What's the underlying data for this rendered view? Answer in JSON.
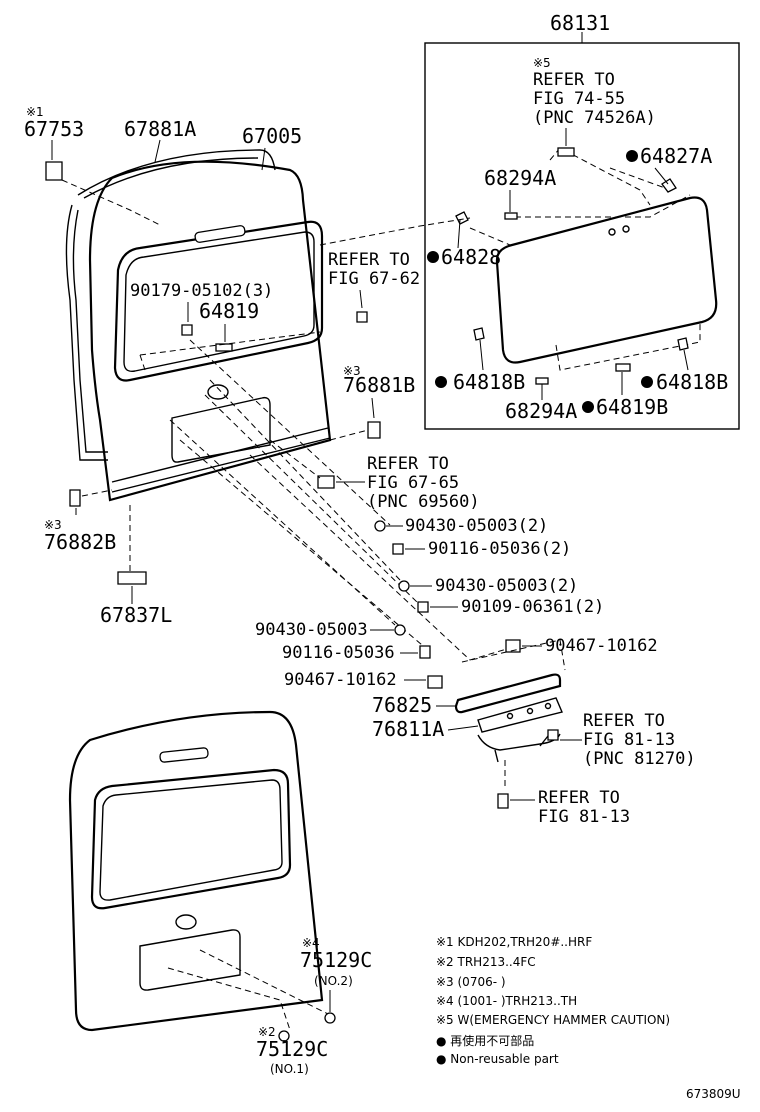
{
  "callouts": {
    "p68131": "68131",
    "p67753_mark": "※1",
    "p67753": "67753",
    "p67881A": "67881A",
    "p67005": "67005",
    "refer_74_55_mark": "※5",
    "refer_74_55_l1": "REFER TO",
    "refer_74_55_l2": "FIG 74-55",
    "refer_74_55_l3": "(PNC 74526A)",
    "p64827A": "64827A",
    "p68294A_top": "68294A",
    "p64828": "64828",
    "refer_67_62_l1": "REFER TO",
    "refer_67_62_l2": "FIG 67-62",
    "p90179": "90179-05102(3)",
    "p64819": "64819",
    "p76881B_mark": "※3",
    "p76881B": "76881B",
    "p64818B_left": "64818B",
    "p64818B_right": "64818B",
    "p68294A_bottom": "68294A",
    "p64819B": "64819B",
    "refer_67_65_l1": "REFER TO",
    "refer_67_65_l2": "FIG 67-65",
    "refer_67_65_l3": "(PNC 69560)",
    "p76882B_mark": "※3",
    "p76882B": "76882B",
    "p90430_a": "90430-05003(2)",
    "p90116_a": "90116-05036(2)",
    "p90430_b": "90430-05003(2)",
    "p90109": "90109-06361(2)",
    "p67837L": "67837L",
    "p90430_c": "90430-05003",
    "p90467_a": "90467-10162",
    "p90116_b": "90116-05036",
    "p90467_b": "90467-10162",
    "p76825": "76825",
    "p76811A": "76811A",
    "refer_81_13a_l1": "REFER TO",
    "refer_81_13a_l2": "FIG 81-13",
    "refer_81_13a_l3": "(PNC 81270)",
    "refer_81_13b_l1": "REFER TO",
    "refer_81_13b_l2": "FIG 81-13",
    "p75129C_top_mark": "※4",
    "p75129C_top": "75129C",
    "p75129C_top_sub": "(NO.2)",
    "p75129C_bot_mark": "※2",
    "p75129C_bot": "75129C",
    "p75129C_bot_sub": "(NO.1)"
  },
  "notes": [
    "※1 KDH202,TRH20#..HRF",
    "※2 TRH213..4FC",
    "※3 (0706-        )",
    "※4 (1001-        )TRH213..TH",
    "※5 W(EMERGENCY HAMMER CAUTION)",
    "● 再使用不可部品",
    "● Non-reusable part"
  ],
  "figure_id": "673809U"
}
